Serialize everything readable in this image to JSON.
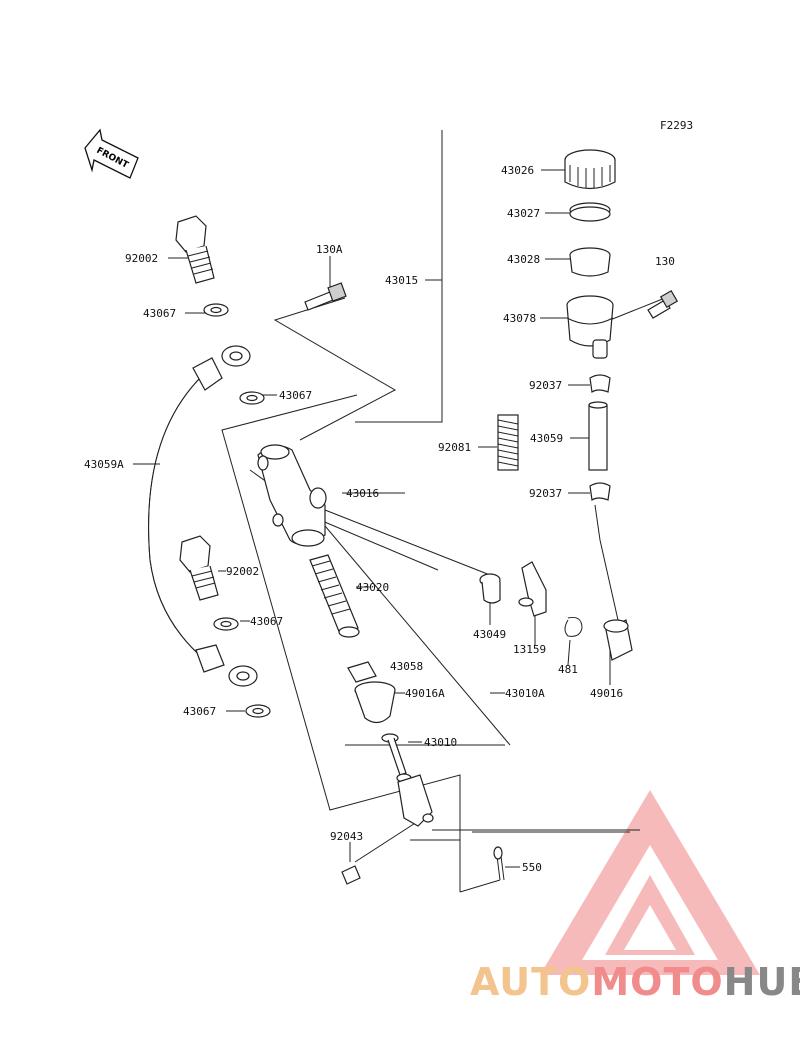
{
  "figure_code": "F2293",
  "front_arrow": "FRONT",
  "labels": {
    "p43026": "43026",
    "p43027": "43027",
    "p43028": "43028",
    "p130": "130",
    "p43078": "43078",
    "p92037a": "92037",
    "p43059": "43059",
    "p92037b": "92037",
    "p92081": "92081",
    "p43015": "43015",
    "p130a": "130A",
    "p92002a": "92002",
    "p43067a": "43067",
    "p43067b": "43067",
    "p43059a": "43059A",
    "p43016": "43016",
    "p92002b": "92002",
    "p43020": "43020",
    "p43067c": "43067",
    "p43058": "43058",
    "p49016a": "49016A",
    "p43010a": "43010A",
    "p43049": "43049",
    "p13159": "13159",
    "p481": "481",
    "p49016": "49016",
    "p43067d": "43067",
    "p43010": "43010",
    "p92043": "92043",
    "p550": "550"
  },
  "watermark": {
    "part1": "AUTO",
    "part2": "MOTO",
    "part3": "HUB"
  },
  "colors": {
    "watermark_red": "#f08c8c",
    "watermark_orange": "#f4c48f",
    "watermark_gray": "#888888"
  }
}
